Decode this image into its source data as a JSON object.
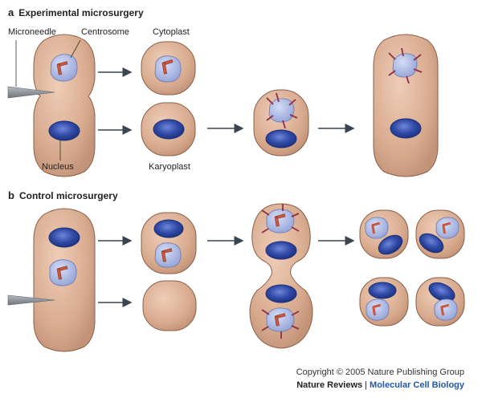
{
  "panel_a": {
    "letter": "a",
    "title": "Experimental microsurgery",
    "labels": {
      "microneedle": "Microneedle",
      "centrosome": "Centrosome",
      "cytoplast": "Cytoplast",
      "nucleus": "Nucleus",
      "karyoplast": "Karyoplast"
    }
  },
  "panel_b": {
    "letter": "b",
    "title": "Control microsurgery"
  },
  "footer": {
    "copyright": "Copyright © 2005 Nature Publishing Group",
    "publisher": "Nature Reviews",
    "separator": "|",
    "journal": "Molecular Cell Biology"
  },
  "colors": {
    "cell_fill": "#d8ab8f",
    "cell_stroke": "#8a5f48",
    "nucleus": "#2c46a0",
    "centrosome": "#aeb9e4",
    "centriole": "#c9573c",
    "microtubule": "#8e2f4a",
    "arrow": "#3a4550",
    "needle": "#7f858c"
  }
}
